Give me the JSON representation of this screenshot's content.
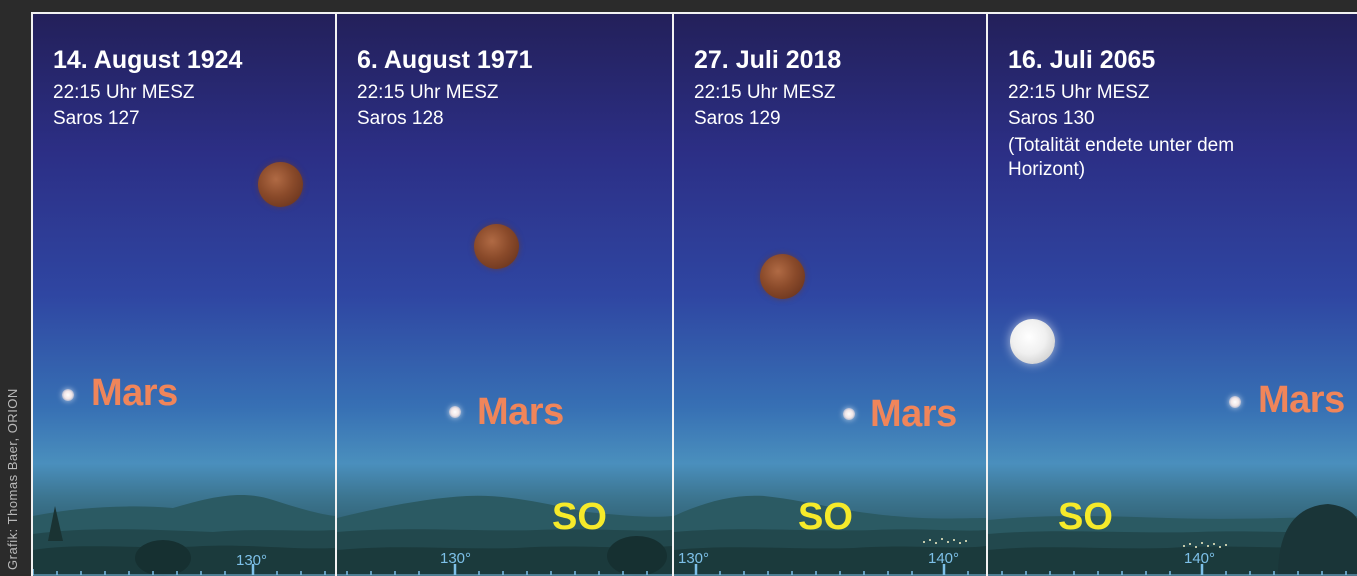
{
  "credit": "Grafik: Thomas Baer, ORION",
  "colors": {
    "mars_label": "#f0855a",
    "direction_label": "#f6ea2a",
    "degree_label": "#7dc0e8",
    "text": "#ffffff"
  },
  "panels": [
    {
      "title": "14. August 1924",
      "time": "22:15 Uhr MESZ",
      "saros": "Saros 127",
      "note": "",
      "moon_state": "eclipsed",
      "mars_label": "Mars",
      "direction_label": "",
      "degree_labels": [
        "130°"
      ]
    },
    {
      "title": "6. August 1971",
      "time": "22:15 Uhr MESZ",
      "saros": "Saros 128",
      "note": "",
      "moon_state": "eclipsed",
      "mars_label": "Mars",
      "direction_label": "SO",
      "degree_labels": [
        "130°"
      ]
    },
    {
      "title": "27. Juli 2018",
      "time": "22:15 Uhr MESZ",
      "saros": "Saros 129",
      "note": "",
      "moon_state": "eclipsed",
      "mars_label": "Mars",
      "direction_label": "SO",
      "degree_labels": [
        "130°",
        "140°"
      ]
    },
    {
      "title": "16. Juli 2065",
      "time": "22:15 Uhr MESZ",
      "saros": "Saros 130",
      "note": "(Totalität endete unter dem Horizont)",
      "moon_state": "full",
      "mars_label": "Mars",
      "direction_label": "SO",
      "degree_labels": [
        "140°"
      ]
    }
  ]
}
